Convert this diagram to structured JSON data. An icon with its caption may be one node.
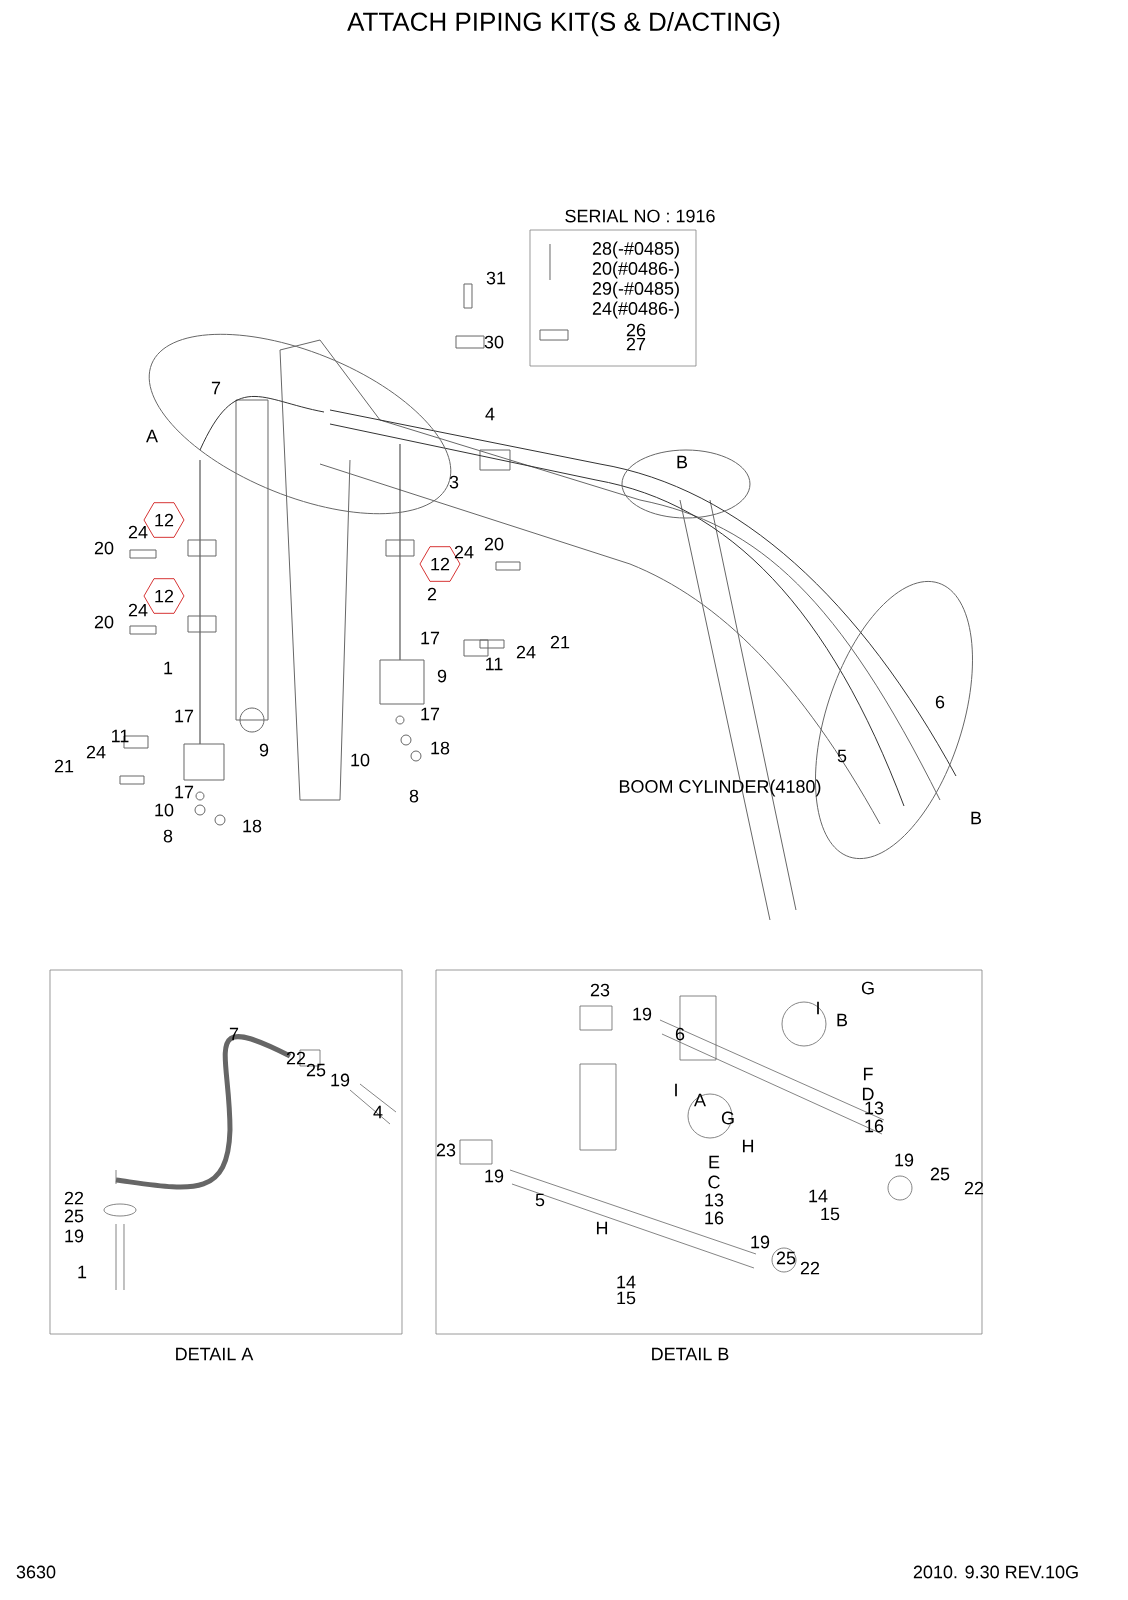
{
  "diagram": {
    "title": "ATTACH PIPING KIT(S & D/ACTING)",
    "nodes": [
      {
        "text": [
          "SERIAL NO : 1916",
          "28(-#0485)",
          "20(#0486-)",
          "29(-#0485)",
          "24(#0486-)",
          "26",
          "27"
        ]
      },
      {
        "text": [
          "12"
        ]
      },
      {
        "text": [
          "12"
        ]
      },
      {
        "text": [
          "12"
        ]
      },
      {
        "text": [
          "DETAIL A",
          "7",
          "22",
          "25",
          "19",
          "4",
          "22",
          "25",
          "19",
          "1"
        ]
      },
      {
        "text": [
          "DETAIL B",
          "23",
          "19",
          "6",
          "G",
          "I",
          "B",
          "F",
          "D",
          "13",
          "16",
          "I",
          "A",
          "G",
          "H",
          "23",
          "19",
          "5",
          "E",
          "C",
          "13",
          "16",
          "14",
          "15",
          "19",
          "25",
          "22",
          "H",
          "19",
          "25",
          "22",
          "14",
          "15"
        ]
      }
    ],
    "labels": [
      "31",
      "30",
      "7",
      "4",
      "A",
      "3",
      "B",
      "24",
      "20",
      "24",
      "20",
      "24",
      "20",
      "2",
      "21",
      "24",
      "11",
      "6",
      "1",
      "17",
      "9",
      "5",
      "17",
      "18",
      "10",
      "8",
      "17",
      "9",
      "11",
      "24",
      "21",
      "17",
      "10",
      "18",
      "8",
      "BOOM CYLINDER(4180)",
      "B",
      "3630",
      "2010. 9.30  REV.10G"
    ]
  }
}
